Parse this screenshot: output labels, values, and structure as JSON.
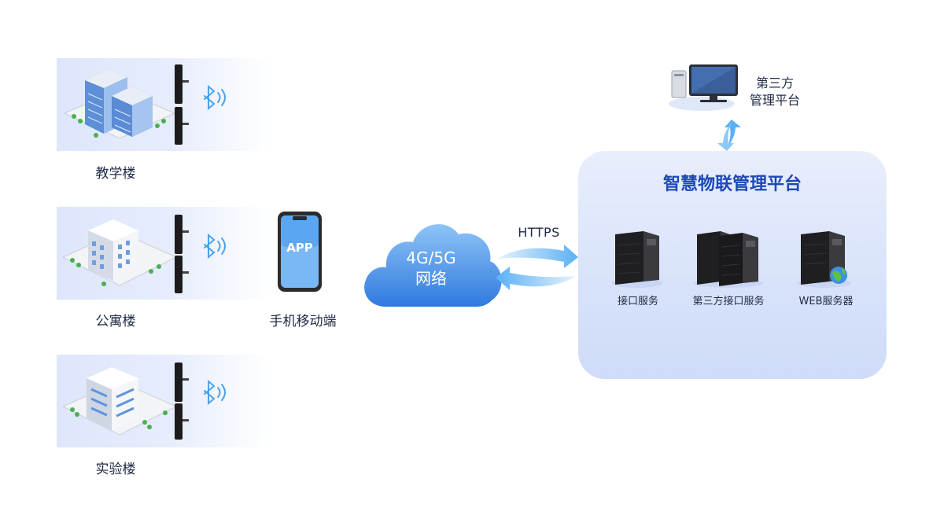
{
  "buildings": [
    {
      "label": "教学楼"
    },
    {
      "label": "公寓楼"
    },
    {
      "label": "实验楼"
    }
  ],
  "phone": {
    "screen_text": "APP",
    "label": "手机移动端"
  },
  "network": {
    "line1": "4G/5G",
    "line2": "网络",
    "protocol": "HTTPS"
  },
  "platform": {
    "title": "智慧物联管理平台",
    "servers": [
      {
        "label": "接口服务"
      },
      {
        "label": "第三方接口服务"
      },
      {
        "label": "WEB服务器"
      }
    ]
  },
  "third_party": {
    "line1": "第三方",
    "line2": "管理平台"
  },
  "colors": {
    "accent": "#1d48b8",
    "cloud": "#4a8fe8",
    "bluetooth": "#4aa3f0",
    "panel": "#dde6fb"
  }
}
